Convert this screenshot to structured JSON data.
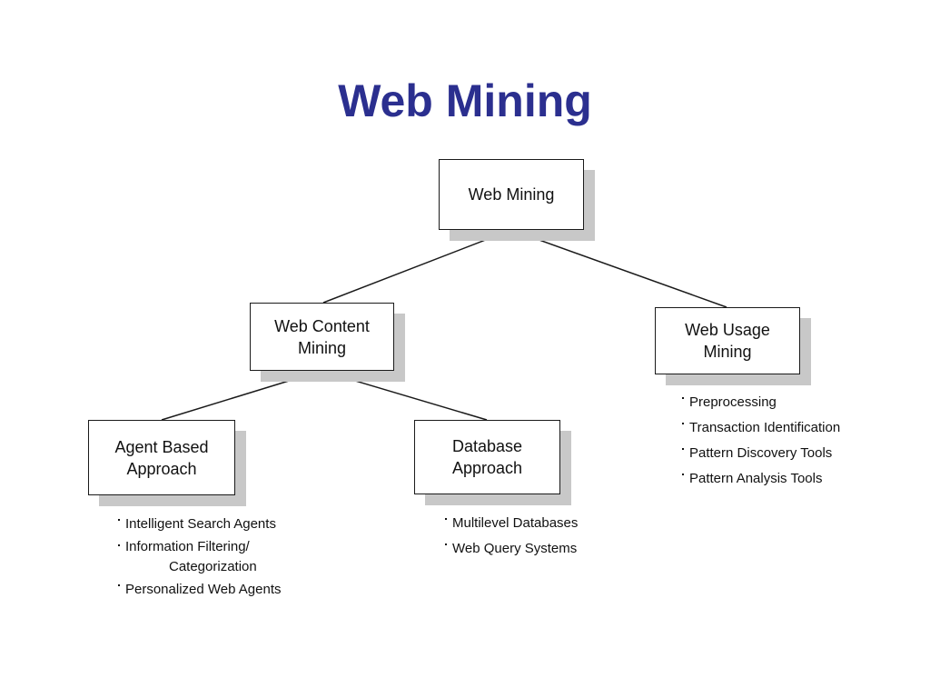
{
  "title": "Web Mining",
  "nodes": {
    "root": [
      "Web Mining"
    ],
    "content": [
      "Web Content",
      "Mining"
    ],
    "usage": [
      "Web Usage",
      "Mining"
    ],
    "agent": [
      "Agent Based",
      "Approach"
    ],
    "database": [
      "Database",
      "Approach"
    ]
  },
  "lists": {
    "agent": [
      {
        "text": "Intelligent Search Agents"
      },
      {
        "text": "Information Filtering/",
        "cont": "Categorization"
      },
      {
        "text": "Personalized Web Agents"
      }
    ],
    "database": [
      {
        "text": "Multilevel Databases"
      },
      {
        "text": "Web Query Systems"
      }
    ],
    "usage": [
      {
        "text": "Preprocessing"
      },
      {
        "text": "Transaction Identification"
      },
      {
        "text": "Pattern Discovery Tools"
      },
      {
        "text": "Pattern Analysis Tools"
      }
    ]
  },
  "colors": {
    "title": "#2b2f8f",
    "shadow": "#c8c8c8",
    "border": "#1a1a1a"
  }
}
